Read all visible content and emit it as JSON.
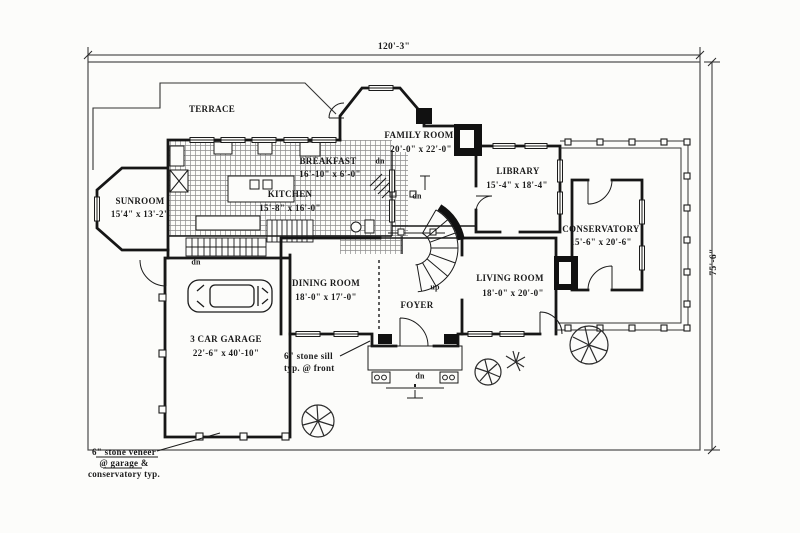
{
  "plan": {
    "type": "first-floor plan",
    "overall_width": "120'-3\"",
    "overall_depth": "75'-6\"",
    "rooms": {
      "terrace": {
        "name": "TERRACE",
        "dims": ""
      },
      "sunroom": {
        "name": "SUNROOM",
        "dims": "15'4\" x 13'-2\""
      },
      "breakfast": {
        "name": "BREAKFAST",
        "dims": "16'-10\" x 6'-0\""
      },
      "kitchen": {
        "name": "KITCHEN",
        "dims": "15'-8\" x 16'-0\""
      },
      "family_room": {
        "name": "FAMILY ROOM",
        "dims": "20'-0\" x 22'-0\""
      },
      "library": {
        "name": "LIBRARY",
        "dims": "15'-4\" x 18'-4\""
      },
      "conservatory": {
        "name": "CONSERVATORY",
        "dims": "15'-6\" x 20'-6\""
      },
      "dining_room": {
        "name": "DINING ROOM",
        "dims": "18'-0\" x 17'-0\""
      },
      "foyer": {
        "name": "FOYER",
        "dims": ""
      },
      "living_room": {
        "name": "LIVING ROOM",
        "dims": "18'-0\" x 20'-0\""
      },
      "garage": {
        "name": "3 CAR GARAGE",
        "dims": "22'-6\" x 40'-10\""
      }
    },
    "stairs": {
      "up": "up",
      "dn": "dn"
    },
    "notes": {
      "stone_sill": {
        "line1": "6\" stone sill",
        "line2": "typ. @ front"
      },
      "stone_veneer": {
        "line1": "6\" stone veneer",
        "line2": "@ garage &",
        "line3": "conservatory typ."
      }
    },
    "colors": {
      "ink": "#1b1b1b",
      "paper": "#fcfcfa",
      "hatch": "#8d8d8d"
    }
  }
}
